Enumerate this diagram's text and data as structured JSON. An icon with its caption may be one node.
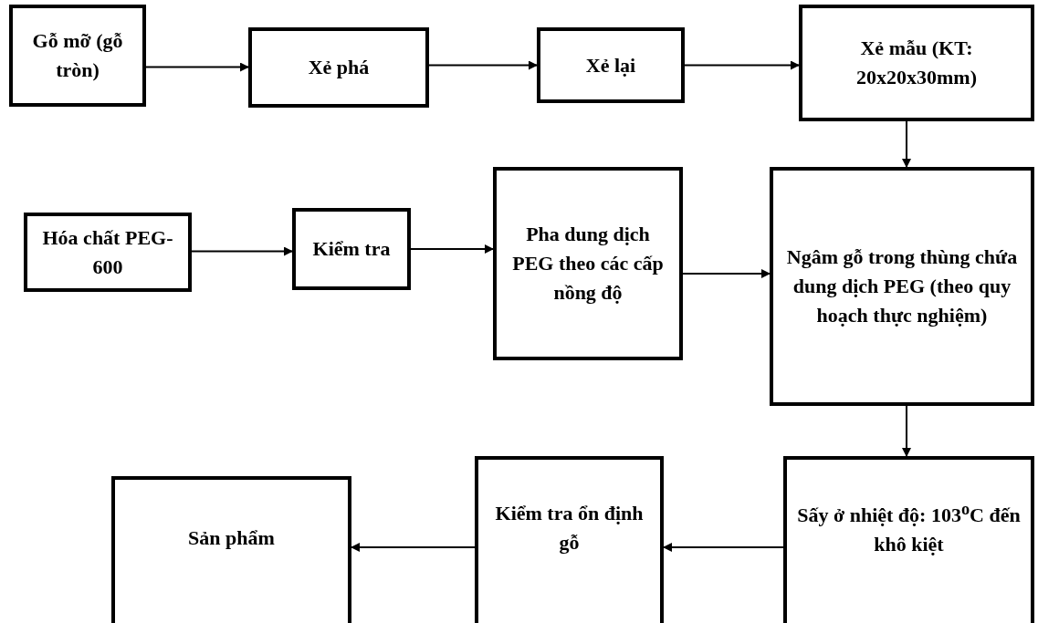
{
  "diagram": {
    "nodes": [
      {
        "text": [
          "Gỗ mỡ (gỗ tròn)"
        ]
      },
      {
        "text": [
          "Xẻ phá"
        ]
      },
      {
        "text": [
          "Xẻ lại"
        ]
      },
      {
        "text": [
          "Xẻ mẫu (KT: 20x20x30mm)"
        ]
      },
      {
        "text": [
          "Hóa chất PEG-600"
        ]
      },
      {
        "text": [
          "Kiểm tra"
        ]
      },
      {
        "text": [
          "Pha dung dịch PEG theo các cấp nồng độ"
        ]
      },
      {
        "text": [
          "Ngâm gỗ trong thùng chứa dung dịch PEG (theo quy hoạch thực nghiệm)"
        ]
      },
      {
        "text": [
          "Sấy ở nhiệt độ: 103$^{o}$C đến khô kiệt"
        ]
      },
      {
        "text": [
          "Kiểm tra ổn định gỗ"
        ]
      },
      {
        "text": [
          "Sản phẩm"
        ]
      }
    ],
    "edges": [
      {
        "from": 0,
        "to": 1,
        "arrow": "to"
      },
      {
        "from": 1,
        "to": 2,
        "arrow": "to"
      },
      {
        "from": 2,
        "to": 3,
        "arrow": "to"
      },
      {
        "from": 3,
        "to": 7,
        "arrow": "to"
      },
      {
        "from": 4,
        "to": 5,
        "arrow": "to"
      },
      {
        "from": 5,
        "to": 6,
        "arrow": "to"
      },
      {
        "from": 6,
        "to": 7,
        "arrow": "to"
      },
      {
        "from": 7,
        "to": 8,
        "arrow": "to"
      },
      {
        "from": 8,
        "to": 9,
        "arrow": "to"
      },
      {
        "from": 9,
        "to": 10,
        "arrow": "to"
      }
    ]
  }
}
